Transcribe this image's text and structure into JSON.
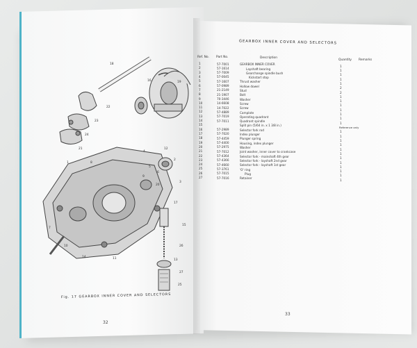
{
  "left_page": {
    "caption": "Fig. 17 GEARBOX INNER COVER AND SELECTORS",
    "page_number": "32",
    "callouts": [
      "18",
      "22",
      "23",
      "24",
      "16",
      "19",
      "2",
      "3",
      "4",
      "5",
      "6",
      "21",
      "8",
      "17",
      "7",
      "26",
      "27",
      "9",
      "10",
      "11",
      "12",
      "13",
      "14",
      "15",
      "20",
      "25",
      "1"
    ]
  },
  "right_page": {
    "header": "GEARBOX INNER COVER AND SELECTORS",
    "page_number": "33",
    "columns": {
      "ref": "Ref. No.",
      "part": "Part No.",
      "desc": "Description",
      "qty": "Quantity",
      "remarks": "Remarks"
    },
    "rows": [
      {
        "ref": "1",
        "part": "57-7001",
        "desc": "GEARBOX INNER COVER",
        "qty": "1",
        "remarks": ""
      },
      {
        "ref": "2",
        "part": "57-1614",
        "desc": "Layshaft bearing",
        "qty": "1",
        "remarks": ""
      },
      {
        "ref": "3",
        "part": "57-7009",
        "desc": "Gearchange spindle bush",
        "qty": "1",
        "remarks": ""
      },
      {
        "ref": "4",
        "part": "57-0045",
        "desc": "Kickstart stop",
        "qty": "1",
        "remarks": ""
      },
      {
        "ref": "5",
        "part": "57-1607",
        "desc": "Thrust washer",
        "qty": "1",
        "remarks": ""
      },
      {
        "ref": "6",
        "part": "57-0989",
        "desc": "Hollow dowel",
        "qty": "2",
        "remarks": ""
      },
      {
        "ref": "7",
        "part": "21-2149",
        "desc": "Stud",
        "qty": "2",
        "remarks": ""
      },
      {
        "ref": "8",
        "part": "21-1907",
        "desc": "Bolt",
        "qty": "1",
        "remarks": ""
      },
      {
        "ref": "9",
        "part": "70-3446",
        "desc": "Washer",
        "qty": "1",
        "remarks": ""
      },
      {
        "ref": "10",
        "part": "14-6608",
        "desc": "Screw",
        "qty": "1",
        "remarks": ""
      },
      {
        "ref": "11",
        "part": "14-7022",
        "desc": "Screw",
        "qty": "1",
        "remarks": ""
      },
      {
        "ref": "12",
        "part": "57-4889",
        "desc": "Camplate",
        "qty": "1",
        "remarks": ""
      },
      {
        "ref": "13",
        "part": "57-7019",
        "desc": "Operating quadrant",
        "qty": "1",
        "remarks": ""
      },
      {
        "ref": "14",
        "part": "57-7011",
        "desc": "Quadrant spindle",
        "qty": "1",
        "remarks": ""
      },
      {
        "ref": "15",
        "part": "",
        "desc": "Split pin (5/64 in. x 1 3/8 in.)",
        "qty": "",
        "remarks": "Reference only"
      },
      {
        "ref": "16",
        "part": "57-2989",
        "desc": "Selector fork rod",
        "qty": "1",
        "remarks": ""
      },
      {
        "ref": "17",
        "part": "57-7020",
        "desc": "Index plunger",
        "qty": "1",
        "remarks": ""
      },
      {
        "ref": "18",
        "part": "57-4459",
        "desc": "Plunger spring",
        "qty": "1",
        "remarks": ""
      },
      {
        "ref": "19",
        "part": "57-4400",
        "desc": "Housing, index plunger",
        "qty": "1",
        "remarks": ""
      },
      {
        "ref": "20",
        "part": "57-2975",
        "desc": "Washer",
        "qty": "1",
        "remarks": ""
      },
      {
        "ref": "21",
        "part": "57-7012",
        "desc": "Joint washer, inner cover to crankcase",
        "qty": "1",
        "remarks": ""
      },
      {
        "ref": "22",
        "part": "57-4364",
        "desc": "Selector fork - mainshaft 4th gear",
        "qty": "1",
        "remarks": ""
      },
      {
        "ref": "23",
        "part": "57-4366",
        "desc": "Selector fork - layshaft 2nd gear",
        "qty": "1",
        "remarks": ""
      },
      {
        "ref": "24",
        "part": "57-4660",
        "desc": "Selector fork - layshaft 1st gear",
        "qty": "1",
        "remarks": ""
      },
      {
        "ref": "25",
        "part": "57-3761",
        "desc": "'O' ring",
        "qty": "1",
        "remarks": ""
      },
      {
        "ref": "26",
        "part": "57-7015",
        "desc": "Plug",
        "qty": "1",
        "remarks": ""
      },
      {
        "ref": "27",
        "part": "57-7016",
        "desc": "Retainer",
        "qty": "1",
        "remarks": ""
      }
    ]
  },
  "colors": {
    "paper": "#fbfbfb",
    "ink": "#333333",
    "spine_blue": "#4fb3c8",
    "background": "#e4e6e5"
  }
}
